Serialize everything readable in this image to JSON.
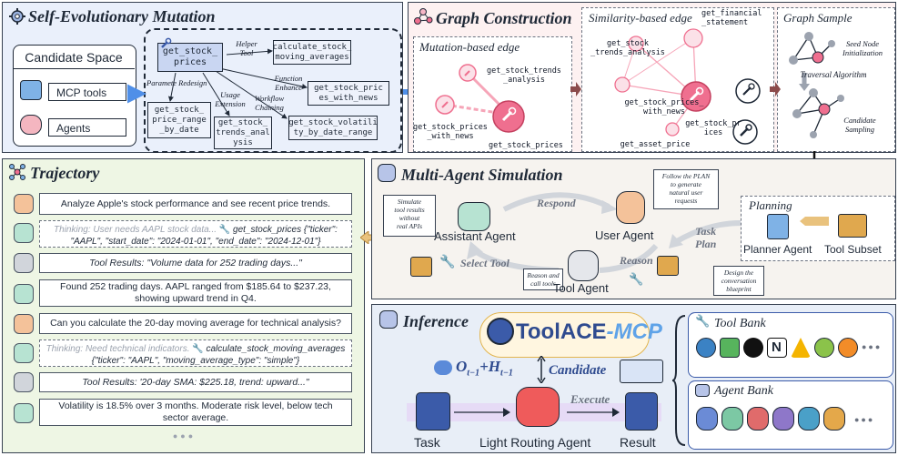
{
  "mutation": {
    "title": "Self-Evolutionary Mutation",
    "candidate_space": "Candidate Space",
    "mcp_tools": "MCP tools",
    "agents": "Agents",
    "root_tool": "get_stock_\nprices",
    "tool_moving_avg": "calculate_stock_\nmoving_averages",
    "tool_news": "get_stock_pric\nes_with_news",
    "tool_price_range": "get_stock_\nprice_range\n_by_date",
    "tool_trends": "get_stock_\ntrends_anal\nysis",
    "tool_volatility": "get_stock_volatili\nty_by_date_range",
    "lbl_helper": "Helper\nTool",
    "lbl_function": "Function\nEnhance",
    "lbl_param": "Paramete Redesign",
    "lbl_usage": "Usage\nExtension",
    "lbl_workflow": "Workflow\nChaining"
  },
  "graph": {
    "title": "Graph Construction",
    "mutation_edge": "Mutation-based edge",
    "similarity_edge": "Similarity-based edge",
    "graph_sample": "Graph Sample",
    "n_trends": "get_stock_trends\n_analysis",
    "n_with_news": "get_stock_prices\n_with_news",
    "n_prices": "get_stock_prices",
    "s_trends": "get_stock\n_trends_analysis",
    "s_fin": "get_financial\n_statement",
    "s_with_news": "get_stock_prices_\nwith_news",
    "s_prices": "get_stock_pr\nices",
    "s_asset": "get_asset_price",
    "seed": "Seed Node\nInitialization",
    "traversal": "Traversal Algorithm",
    "candidate_sampling": "Candidate\nSampling"
  },
  "trajectory": {
    "title": "Trajectory",
    "m1": "Analyze Apple's stock performance and see recent price trends.",
    "m2_think": "Thinking: User needs AAPL stock data...",
    "m2_call": "get_stock_prices {\"ticker\":",
    "m2_args": "\"AAPL\", \"start_date\": \"2024-01-01\", \"end_date\": \"2024-12-01\"}",
    "m3": "Tool Results: \"Volume data for 252 trading days...\"",
    "m4": "Found 252 trading days. AAPL ranged from $185.64 to $237.23,\nshowing upward trend in Q4.",
    "m5": "Can you calculate the 20-day moving average for technical analysis?",
    "m6_think": "Thinking: Need technical indicators.",
    "m6_call": "calculate_stock_moving_averages",
    "m6_args": "{\"ticker\": \"AAPL\", \"moving_average_type\": \"simple\"}",
    "m7": "Tool Results: '20-day SMA: $225.18, trend: upward...\"",
    "m8": "Volatility is 18.5% over 3 months. Moderate risk level, below tech\nsector average.",
    "more": "●●●"
  },
  "simulation": {
    "title": "Multi-Agent Simulation",
    "simulate_note": "Simulate\ntool results\nwithout\nreal APIs",
    "respond": "Respond",
    "follow_note": "Follow the PLAN\nto generate\nnatural user\nrequests",
    "assistant_agent": "Assistant Agent",
    "user_agent": "User Agent",
    "task_plan": "Task\nPlan",
    "select_tool": "Select Tool",
    "reason": "Reason",
    "reason_note": "Reason and\ncall tools",
    "tool_agent": "Tool Agent",
    "planning": "Planning",
    "planner_agent": "Planner Agent",
    "tool_subset": "Tool Subset",
    "design_note": "Design the\nconversation\nblueprint"
  },
  "inference": {
    "title": "Inference",
    "brand_a": "ToolACE",
    "brand_b": "-MCP",
    "obs": "O",
    "obs_sub": "t−1",
    "plus": "+H",
    "hist_sub": "t−1",
    "candidate": "Candidate",
    "execute": "Execute",
    "task": "Task",
    "router": "Light Routing Agent",
    "result": "Result",
    "tool_bank": "Tool Bank",
    "agent_bank": "Agent Bank",
    "ellipsis": "●●●"
  },
  "colors": {
    "mutation_bg": "#eaf0fb",
    "graph_bg": "#fdf1f1",
    "trajectory_bg": "#eef6e4",
    "simulation_bg": "#f6f3ef",
    "inference_bg": "#e8eef7",
    "pink_node": "#ef6f8f",
    "accent_blue": "#3b5ba9"
  }
}
